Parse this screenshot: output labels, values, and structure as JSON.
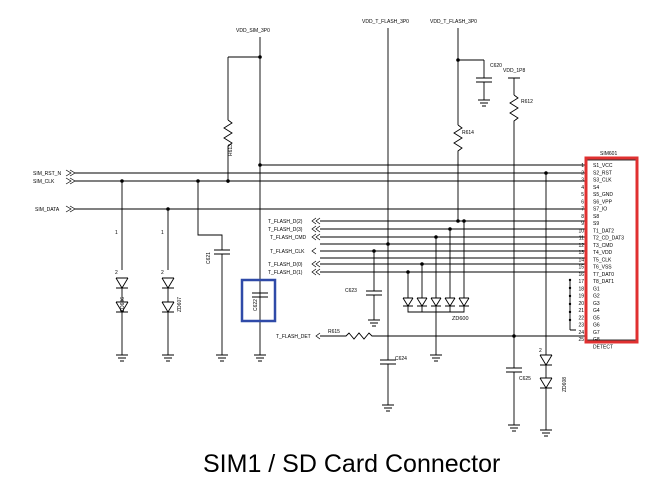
{
  "caption": "SIM1 / SD Card Connector",
  "power": {
    "vdd_sim": "VDD_SIM_3P0",
    "vdd_tflash_1": "VDD_T_FLASH_3P0",
    "vdd_tflash_2": "VDD_T_FLASH_3P0",
    "vdd_1p8": "VDD_1P8"
  },
  "nets_left": {
    "sim_rst": "SIM_RST_N",
    "sim_clk": "SIM_CLK",
    "sim_data": "SIM_DATA"
  },
  "nets_flash": [
    "T_FLASH_D(2)",
    "T_FLASH_D(3)",
    "T_FLASH_CMD",
    "T_FLASH_CLK",
    "T_FLASH_D(0)",
    "T_FLASH_D(1)",
    "T_FLASH_DET"
  ],
  "components": {
    "r_sim": "R613",
    "r_flash": "R614",
    "r_1p8": "R612",
    "r_det": "R615",
    "c_top": "C620",
    "c_a": "C621",
    "c_b": "C622",
    "c_mid": "C623",
    "c_bot": "C624",
    "c_right": "C625",
    "zd_a": "ZD606",
    "zd_b": "ZD607",
    "zd_array": "ZD600",
    "zd_right": "ZD608"
  },
  "connector": {
    "ref": "SIM601",
    "pin_numbers": [
      "1",
      "2",
      "3",
      "4",
      "5",
      "6",
      "7",
      "8",
      "9",
      "10",
      "11",
      "12",
      "13",
      "14",
      "15",
      "16",
      "17",
      "18",
      "19",
      "20",
      "21",
      "22",
      "23",
      "24",
      "25"
    ],
    "pin_labels": [
      "S1_VCC",
      "S2_RST",
      "S3_CLK",
      "S4",
      "S5_GND",
      "S6_VPP",
      "S7_IO",
      "S8",
      "S9",
      "T1_DAT2",
      "T2_CD_DAT3",
      "T3_CMD",
      "T4_VDD",
      "T5_CLK",
      "T6_VSS",
      "T7_DAT0",
      "T8_DAT1",
      "G1",
      "G2",
      "G3",
      "G4",
      "G5",
      "G6",
      "G7",
      "G8",
      "DETECT"
    ]
  },
  "highlights": {
    "connector_color": "#e03030",
    "capacitor_color": "#2f4aa8"
  }
}
